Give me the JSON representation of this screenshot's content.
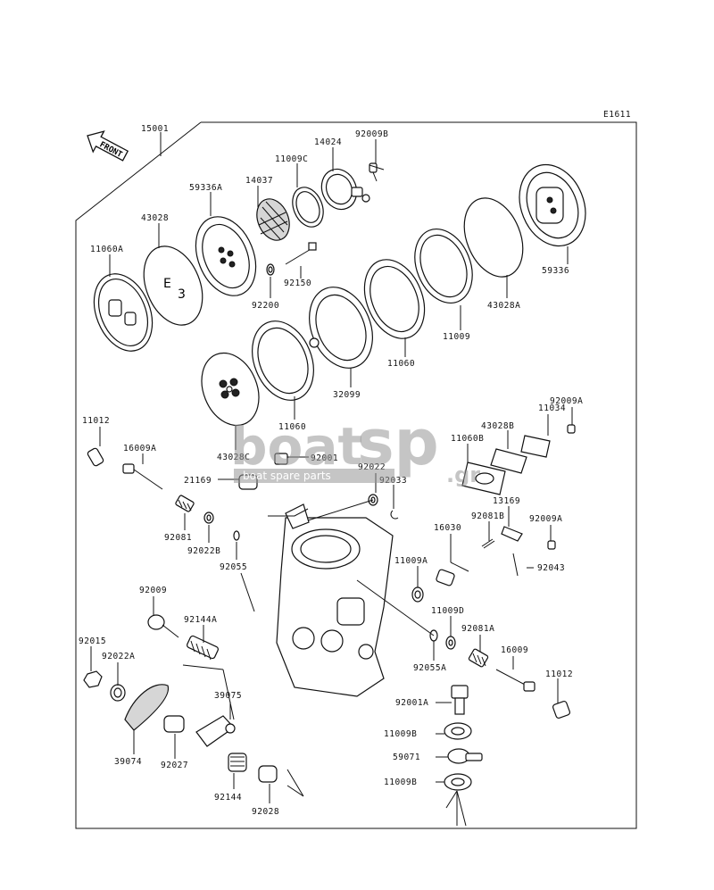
{
  "diagram_code": "E1611",
  "front_label": "FRONT",
  "watermark": {
    "brand_a": "boat",
    "brand_b": "sp",
    "suffix": ".gr",
    "tagline": "boat spare parts"
  },
  "labels": {
    "p15001": "15001",
    "p14024": "14024",
    "p92009B": "92009B",
    "p11009C": "11009C",
    "p14037": "14037",
    "p59336A": "59336A",
    "p43028": "43028",
    "p11060A": "11060A",
    "p92150": "92150",
    "p92200": "92200",
    "p59336": "59336",
    "p43028A": "43028A",
    "p11009": "11009",
    "p11060": "11060",
    "p32099": "32099",
    "p11060b": "11060",
    "p43028C": "43028C",
    "p92001": "92001",
    "p11012": "11012",
    "p16009A": "16009A",
    "p21169": "21169",
    "p92022": "92022",
    "p92033": "92033",
    "p43028B": "43028B",
    "p11034": "11034",
    "p92009A": "92009A",
    "p11060B": "11060B",
    "p92081": "92081",
    "p92022B": "92022B",
    "p92055": "92055",
    "p16030": "16030",
    "p92081B": "92081B",
    "p13169": "13169",
    "p92009A2": "92009A",
    "p92043": "92043",
    "p11009A": "11009A",
    "p92009": "92009",
    "p92144A": "92144A",
    "p11009D": "11009D",
    "p92081A": "92081A",
    "p92055A": "92055A",
    "p16009": "16009",
    "p11012b": "11012",
    "p92015": "92015",
    "p92022A": "92022A",
    "p39075": "39075",
    "p92001A": "92001A",
    "p11009B": "11009B",
    "p59071": "59071",
    "p11009B2": "11009B",
    "p39074": "39074",
    "p92027": "92027",
    "p92144": "92144",
    "p92028": "92028"
  }
}
